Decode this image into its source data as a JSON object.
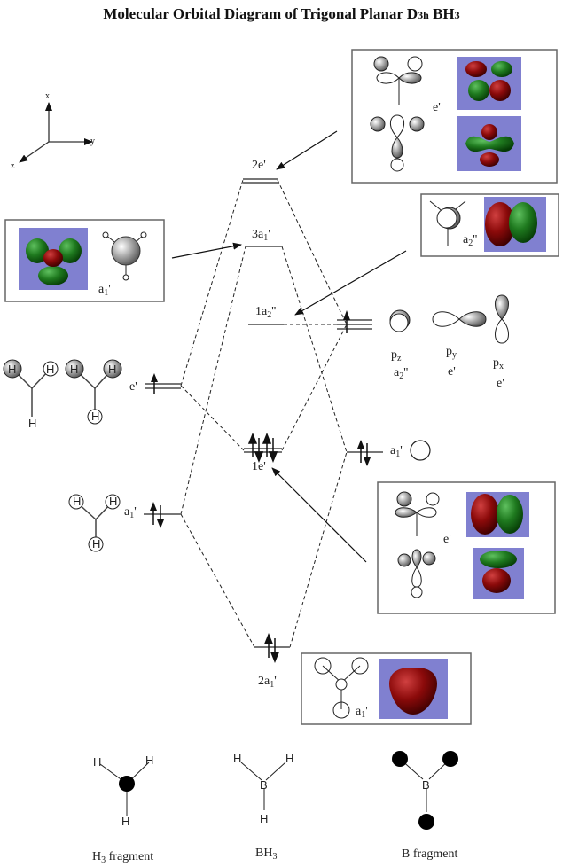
{
  "title": {
    "main": "Molecular Orbital Diagram of Trigonal Planar D",
    "sub": "3h",
    "tail": " BH",
    "tail_sub": "3"
  },
  "axes": {
    "x": "x",
    "y": "y",
    "z": "z"
  },
  "colors": {
    "level": "#777777",
    "dash": "#222222",
    "box_border": "#666666",
    "orbital_bg": "#8080d0",
    "lobe_red": "#8b0a0a",
    "lobe_green": "#1f7a1f"
  },
  "mo_levels": [
    {
      "id": "2e'",
      "label": "2e'",
      "electrons": 0,
      "degenerate": 2
    },
    {
      "id": "3a1'",
      "label": "3a",
      "label_sub": "1",
      "label_tail": "'",
      "electrons": 0,
      "degenerate": 1
    },
    {
      "id": "1a2''",
      "label": "1a",
      "label_sub": "2",
      "label_tail": "''",
      "electrons": 0,
      "degenerate": 1
    },
    {
      "id": "1e'",
      "label": "1e'",
      "electrons": 4,
      "degenerate": 2
    },
    {
      "id": "2a1'",
      "label": "2a",
      "label_sub": "1",
      "label_tail": "'",
      "electrons": 2,
      "degenerate": 1
    }
  ],
  "h3_fragment": {
    "e_label": "e'",
    "e_electrons": 1,
    "a1_label": "a",
    "a1_sub": "1",
    "a1_tail": "'",
    "a1_electrons": 2,
    "atom": "H"
  },
  "b_fragment": {
    "p_label": {
      "pz": "p",
      "pz_sub": "z",
      "py": "p",
      "py_sub": "y",
      "px": "p",
      "px_sub": "x"
    },
    "p_sym": {
      "pz": "a",
      "pz_sub": "2",
      "pz_tail": "''",
      "py": "e'",
      "px": "e'"
    },
    "p_electrons": 1,
    "s_label": "a",
    "s_sub": "1",
    "s_tail": "'",
    "s_electrons": 2
  },
  "boxes": {
    "top_right": {
      "sym": "e'"
    },
    "left": {
      "sym": "a",
      "sub": "1",
      "tail": "'"
    },
    "right_mid": {
      "sym": "a",
      "sub": "2",
      "tail": "''"
    },
    "bottom_right": {
      "sym": "e'"
    },
    "bottom": {
      "sym": "a",
      "sub": "1",
      "tail": "'"
    }
  },
  "bottom_structures": {
    "h3": {
      "atom": "H",
      "caption": "H",
      "caption_sub": "3",
      "caption_tail": " fragment"
    },
    "bh3": {
      "atom_b": "B",
      "atom_h": "H",
      "caption": "BH",
      "caption_sub": "3"
    },
    "b": {
      "atom_b": "B",
      "caption": "B fragment"
    }
  }
}
